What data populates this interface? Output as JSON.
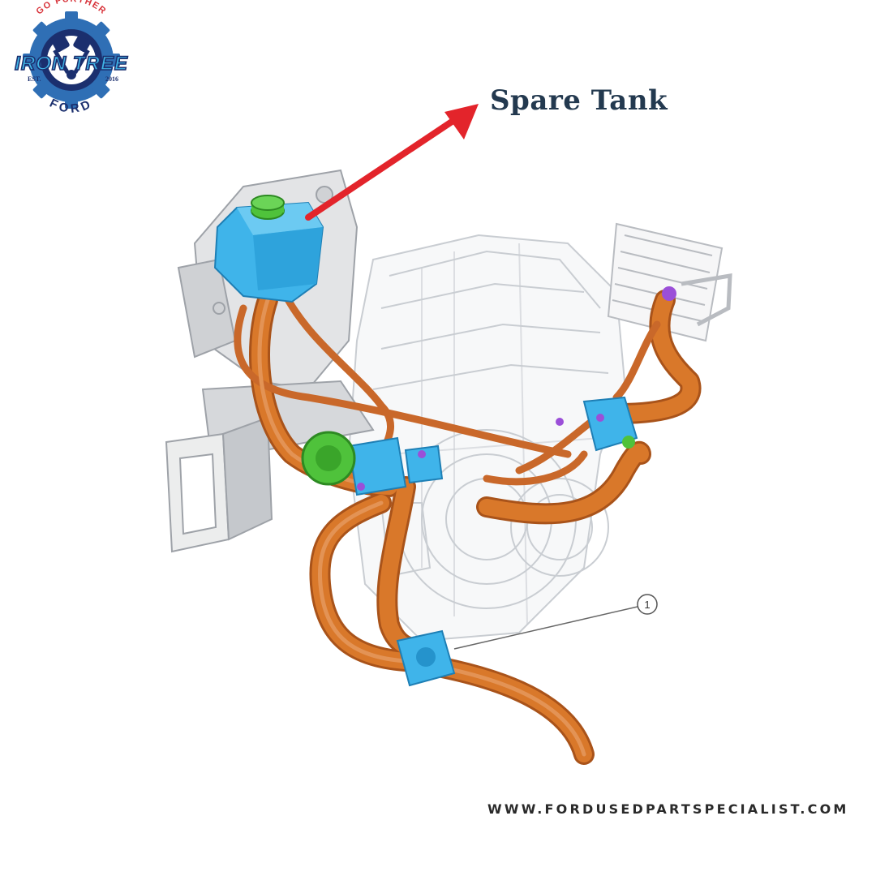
{
  "logo": {
    "top_text": "GO FURTHER",
    "main_text": "IRON TREE",
    "est_label": "EST.",
    "year": "2016",
    "brand": "FORD",
    "colors": {
      "gear": "#2f6fb5",
      "dark": "#1b2f6e",
      "red": "#d8333a",
      "light_blue": "#3fb4e6"
    }
  },
  "callout": {
    "label": "Spare Tank",
    "arrow_color": "#e3242b",
    "label_color": "#23394f"
  },
  "diagram": {
    "callouts": [
      {
        "number": "1"
      }
    ],
    "colors": {
      "hose": "#d9782a",
      "hose_dark": "#a9531a",
      "tank": "#3fb4ea",
      "cap": "#4fc23b",
      "engine_outline": "#c9cdd2",
      "bracket": "#d9dadc",
      "pump_green": "#4fc23b",
      "clip_purple": "#9b4fd8"
    }
  },
  "footer": {
    "website": "WWW.FORDUSEDPARTSPECIALIST.COM"
  }
}
